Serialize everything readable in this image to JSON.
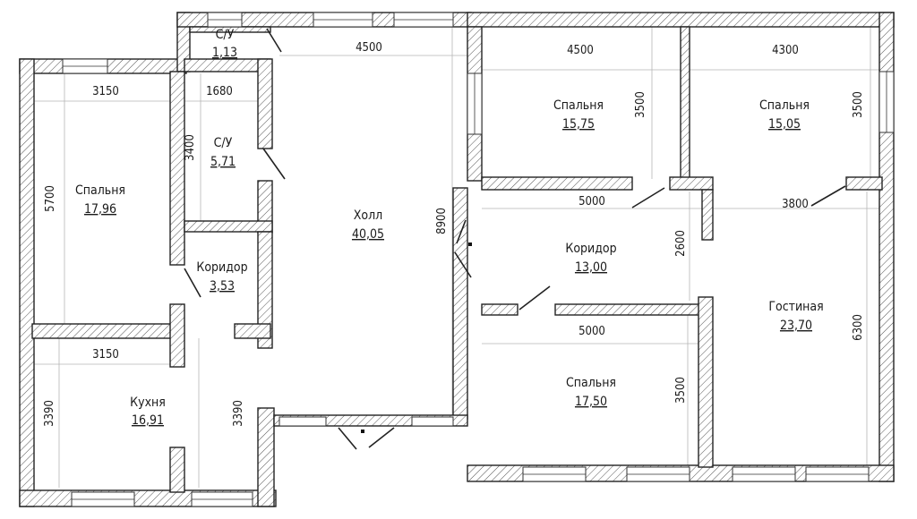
{
  "rooms": {
    "bedroom_left": {
      "name": "Спальня",
      "area": "17,96"
    },
    "wc_top": {
      "name": "С/У",
      "area": "1,13"
    },
    "wc_main": {
      "name": "С/У",
      "area": "5,71"
    },
    "corridor_left": {
      "name": "Коридор",
      "area": "3,53"
    },
    "kitchen": {
      "name": "Кухня",
      "area": "16,91"
    },
    "hall": {
      "name": "Холл",
      "area": "40,05"
    },
    "bedroom_top_mid": {
      "name": "Спальня",
      "area": "15,75"
    },
    "bedroom_top_right": {
      "name": "Спальня",
      "area": "15,05"
    },
    "corridor_center": {
      "name": "Коридор",
      "area": "13,00"
    },
    "living_room": {
      "name": "Гостиная",
      "area": "23,70"
    },
    "bedroom_bottom": {
      "name": "Спальня",
      "area": "17,50"
    }
  },
  "dimensions": {
    "left_bedroom_width": "3150",
    "left_bedroom_height": "5700",
    "kitchen_width": "3150",
    "kitchen_height_left": "3390",
    "kitchen_height_right": "3390",
    "wc_width": "1680",
    "wc_height": "3400",
    "hall_width": "4500",
    "hall_height": "8900",
    "bedroom_mid_width": "4500",
    "bedroom_mid_height": "3500",
    "bedroom_right_width": "4300",
    "bedroom_right_height": "3500",
    "corridor_width": "5000",
    "corridor_height": "2600",
    "living_top_width": "3800",
    "living_height": "6300",
    "bedroom_bottom_width": "5000",
    "bedroom_bottom_height": "3500"
  }
}
